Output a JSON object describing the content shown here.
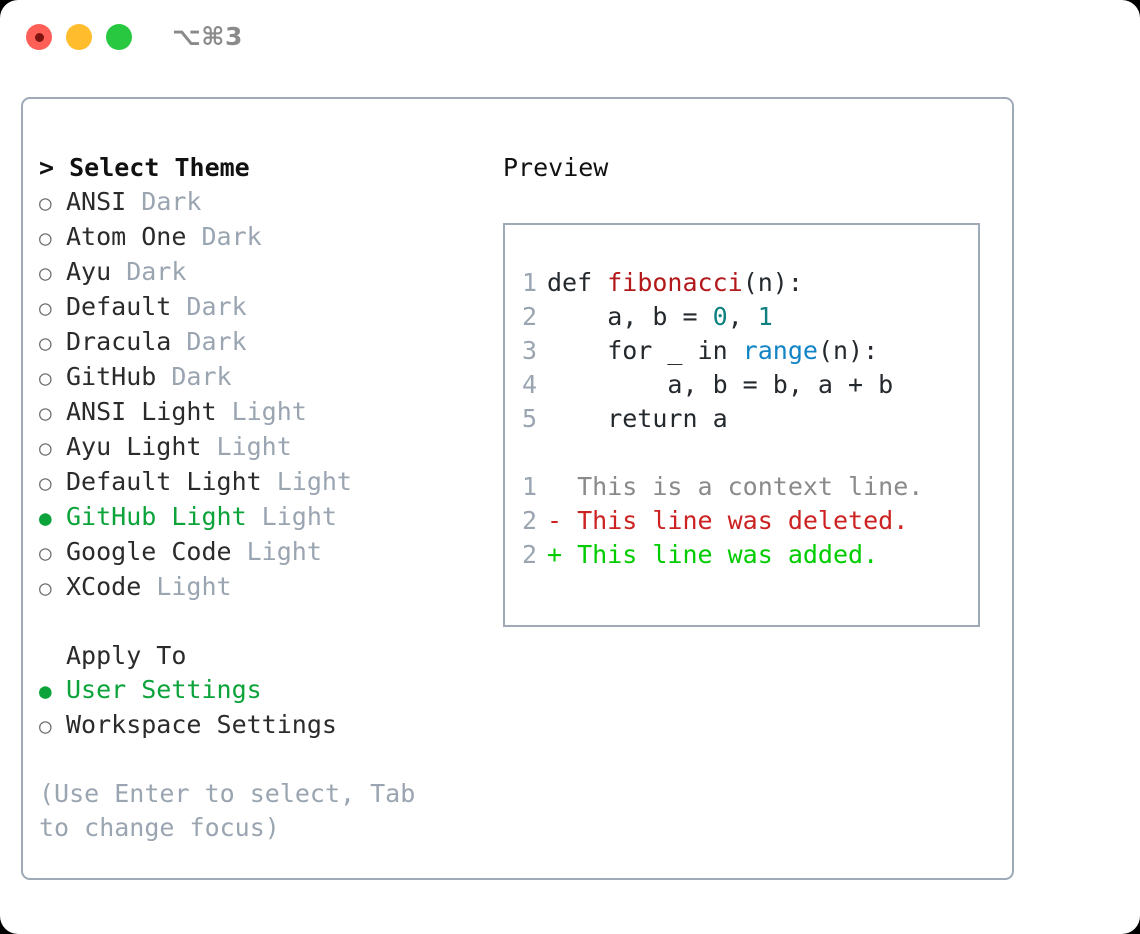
{
  "window": {
    "shortcut_label": "⌥⌘3",
    "traffic_lights": [
      "close",
      "minimize",
      "zoom"
    ]
  },
  "theme_panel": {
    "header": "> Select Theme",
    "options": [
      {
        "marker": "○",
        "label": "ANSI",
        "tag": "Dark",
        "selected": false
      },
      {
        "marker": "○",
        "label": "Atom One",
        "tag": "Dark",
        "selected": false
      },
      {
        "marker": "○",
        "label": "Ayu",
        "tag": "Dark",
        "selected": false
      },
      {
        "marker": "○",
        "label": "Default",
        "tag": "Dark",
        "selected": false
      },
      {
        "marker": "○",
        "label": "Dracula",
        "tag": "Dark",
        "selected": false
      },
      {
        "marker": "○",
        "label": "GitHub",
        "tag": "Dark",
        "selected": false
      },
      {
        "marker": "○",
        "label": "ANSI Light",
        "tag": "Light",
        "selected": false
      },
      {
        "marker": "○",
        "label": "Ayu Light",
        "tag": "Light",
        "selected": false
      },
      {
        "marker": "○",
        "label": "Default Light",
        "tag": "Light",
        "selected": false
      },
      {
        "marker": "●",
        "label": "GitHub Light",
        "tag": "Light",
        "selected": true
      },
      {
        "marker": "○",
        "label": "Google Code",
        "tag": "Light",
        "selected": false
      },
      {
        "marker": "○",
        "label": "XCode",
        "tag": "Light",
        "selected": false
      }
    ]
  },
  "apply_to": {
    "header": "Apply To",
    "options": [
      {
        "marker": "●",
        "label": "User Settings",
        "selected": true
      },
      {
        "marker": "○",
        "label": "Workspace Settings",
        "selected": false
      }
    ]
  },
  "hint": "(Use Enter to select, Tab to change focus)",
  "preview": {
    "title": "Preview",
    "code_lines": [
      {
        "num": "1",
        "tokens": [
          {
            "text": "def ",
            "kind": "plain"
          },
          {
            "text": "fibonacci",
            "kind": "fn"
          },
          {
            "text": "(n):",
            "kind": "plain"
          }
        ]
      },
      {
        "num": "2",
        "tokens": [
          {
            "text": "    a, b = ",
            "kind": "plain"
          },
          {
            "text": "0",
            "kind": "num"
          },
          {
            "text": ", ",
            "kind": "plain"
          },
          {
            "text": "1",
            "kind": "num"
          }
        ]
      },
      {
        "num": "3",
        "tokens": [
          {
            "text": "    for _ in ",
            "kind": "plain"
          },
          {
            "text": "range",
            "kind": "call"
          },
          {
            "text": "(n):",
            "kind": "plain"
          }
        ]
      },
      {
        "num": "4",
        "tokens": [
          {
            "text": "        a, b = b, a + b",
            "kind": "plain"
          }
        ]
      },
      {
        "num": "5",
        "tokens": [
          {
            "text": "    return a",
            "kind": "plain"
          }
        ]
      }
    ],
    "diff_lines": [
      {
        "num": "1",
        "sign": " ",
        "text": "This is a context line.",
        "kind": "context"
      },
      {
        "num": "2",
        "sign": "-",
        "text": "This line was deleted.",
        "kind": "del"
      },
      {
        "num": "2",
        "sign": "+",
        "text": "This line was added.",
        "kind": "add"
      }
    ]
  },
  "colors": {
    "accent_green": "#0ba33a",
    "diff_add_green": "#00cc00",
    "diff_del_red": "#cc2222",
    "tag_gray": "#9aa5b1",
    "border_gray": "#9fa9b7",
    "fn_red": "#b3191b",
    "num_teal": "#108080",
    "call_blue": "#1184c6"
  }
}
